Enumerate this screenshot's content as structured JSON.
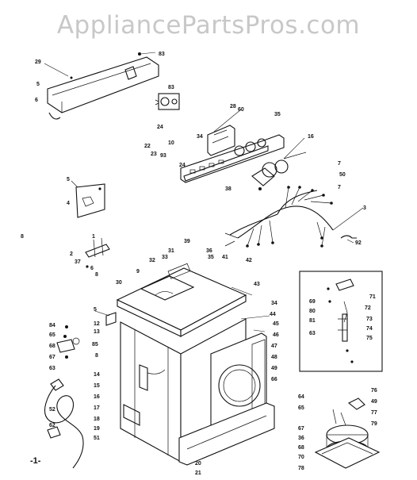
{
  "watermark": "AppliancePartsPros.com",
  "figure_number": "-1-",
  "callouts": [
    "29",
    "83",
    "5",
    "6",
    "83",
    "28",
    "60",
    "35",
    "24",
    "22",
    "23",
    "93",
    "10",
    "24",
    "16",
    "34",
    "5",
    "4",
    "7",
    "50",
    "7",
    "38",
    "3",
    "8",
    "92",
    "1",
    "2",
    "37",
    "6",
    "8",
    "39",
    "31",
    "33",
    "32",
    "36",
    "35",
    "42",
    "43",
    "41",
    "30",
    "9",
    "34",
    "44",
    "45",
    "46",
    "47",
    "48",
    "49",
    "66",
    "5",
    "12",
    "13",
    "85",
    "84",
    "65",
    "68",
    "67",
    "63",
    "8",
    "14",
    "15",
    "16",
    "17",
    "18",
    "19",
    "51",
    "52",
    "62",
    "20",
    "21",
    "69",
    "80",
    "81",
    "72",
    "73",
    "74",
    "75",
    "63",
    "64",
    "65",
    "67",
    "36",
    "68",
    "70",
    "78",
    "76",
    "49",
    "77",
    "79",
    "71"
  ]
}
